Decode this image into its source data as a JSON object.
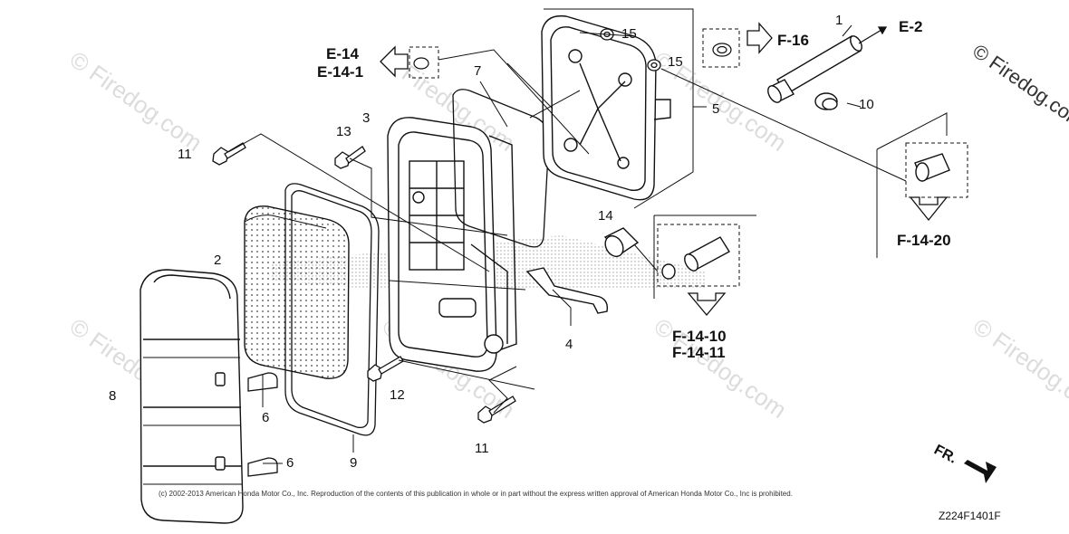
{
  "watermark": "© Firedog.com",
  "copyright": "(c) 2002-2013 American Honda Motor Co., Inc. Reproduction of the contents of this publication in whole or in part without the express written approval of American Honda Motor Co., Inc is prohibited.",
  "diagram_code": "Z224F1401F",
  "fr_label": "FR.",
  "callouts": {
    "c1": "1",
    "c2": "2",
    "c3": "3",
    "c4": "4",
    "c5": "5",
    "c6a": "6",
    "c6b": "6",
    "c7": "7",
    "c8": "8",
    "c9": "9",
    "c10": "10",
    "c11a": "11",
    "c11b": "11",
    "c12": "12",
    "c13": "13",
    "c14": "14",
    "c15a": "15",
    "c15b": "15"
  },
  "refs": {
    "e14": "E-14",
    "e141": "E-14-1",
    "f16": "F-16",
    "e2": "E-2",
    "f1420": "F-14-20",
    "f1410": "F-14-10",
    "f1411": "F-14-11"
  }
}
